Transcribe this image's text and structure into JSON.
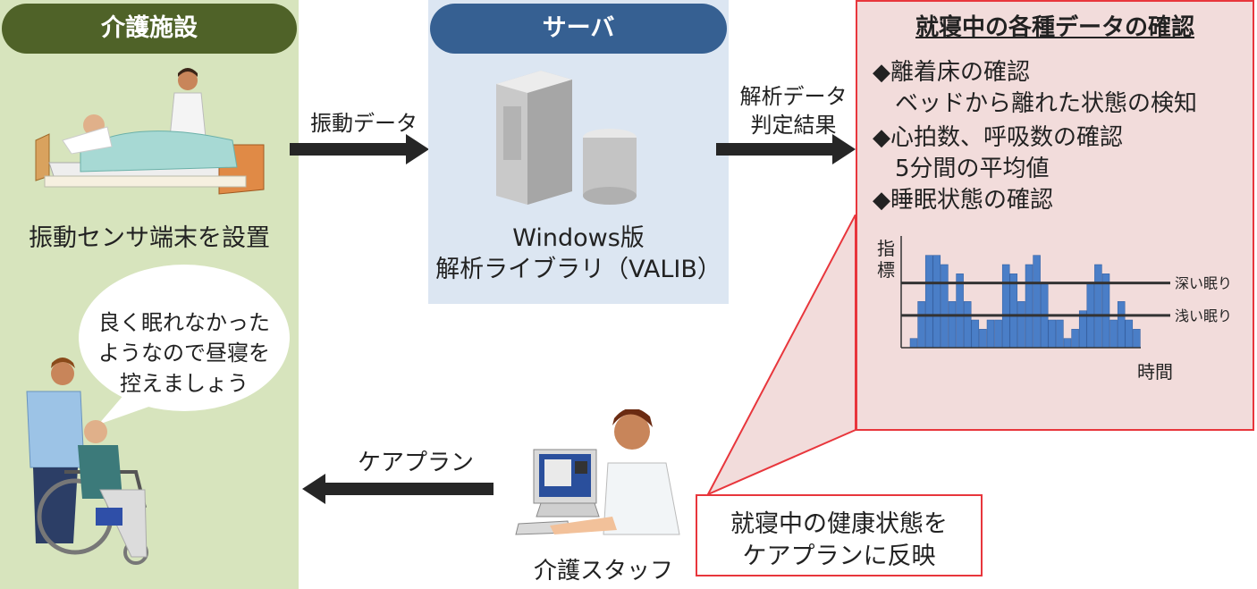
{
  "facility": {
    "header": "介護施設",
    "sensor_caption": "振動センサ端末を設置",
    "speech_line1": "良く眠れなかった",
    "speech_line2": "ようなので昼寝を",
    "speech_line3": "控えましょう"
  },
  "server": {
    "header": "サーバ",
    "caption_line1": "Windows版",
    "caption_line2": "解析ライブラリ（VALIB）"
  },
  "arrows": {
    "vibration_data": "振動データ",
    "analysis_line1": "解析データ",
    "analysis_line2": "判定結果",
    "care_plan": "ケアプラン"
  },
  "data_panel": {
    "title": "就寝中の各種データの確認",
    "items": [
      {
        "bullet": "◆",
        "main": "離着床の確認",
        "sub": "ベッドから離れた状態の検知"
      },
      {
        "bullet": "◆",
        "main": "心拍数、呼吸数の確認",
        "sub": "5分間の平均値"
      },
      {
        "bullet": "◆",
        "main": "睡眠状態の確認",
        "sub": ""
      }
    ]
  },
  "chart_data": {
    "type": "bar",
    "ylabel": "指標",
    "xlabel": "時間",
    "values": [
      1,
      5,
      10,
      10,
      9,
      5,
      8,
      5,
      3,
      2,
      3,
      3,
      9,
      8,
      5,
      9,
      10,
      7,
      3,
      3,
      1,
      2,
      4,
      7,
      9,
      8,
      3,
      5,
      3,
      2
    ],
    "ylim": [
      0,
      12
    ],
    "reference_lines": [
      {
        "name": "深い眠り",
        "value": 7
      },
      {
        "name": "浅い眠り",
        "value": 3.5
      }
    ],
    "colors": {
      "bar": "#4a7ec7",
      "line": "#333333"
    }
  },
  "staff": {
    "label": "介護スタッフ",
    "callout_line1": "就寝中の健康状態を",
    "callout_line2": "ケアプランに反映"
  }
}
